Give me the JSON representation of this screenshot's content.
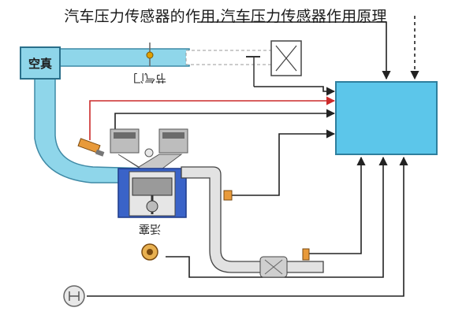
{
  "caption": "汽车压力传感器的作用,汽车压力传感器作用原理",
  "labels": {
    "vacuum": "空真",
    "throttle": "节气门",
    "piston": "活塞"
  },
  "colors": {
    "pipe_fill": "#8fd6ea",
    "pipe_stroke": "#3f8aa6",
    "ecu_fill": "#5cc6ea",
    "ecu_stroke": "#2e7f9e",
    "signal_line": "#222222",
    "red_line": "#cc2a2a",
    "exhaust_pipe": "#cfcfcf",
    "engine_blue": "#3a63c8",
    "cylinder_gray": "#9a9a9a",
    "valve_orange": "#e89a3a"
  },
  "icons": [
    "throttle-valve-icon",
    "air-filter-icon",
    "fuel-injector-icon",
    "oxygen-sensor-icon",
    "crank-sensor-icon",
    "shift-knob-icon"
  ]
}
